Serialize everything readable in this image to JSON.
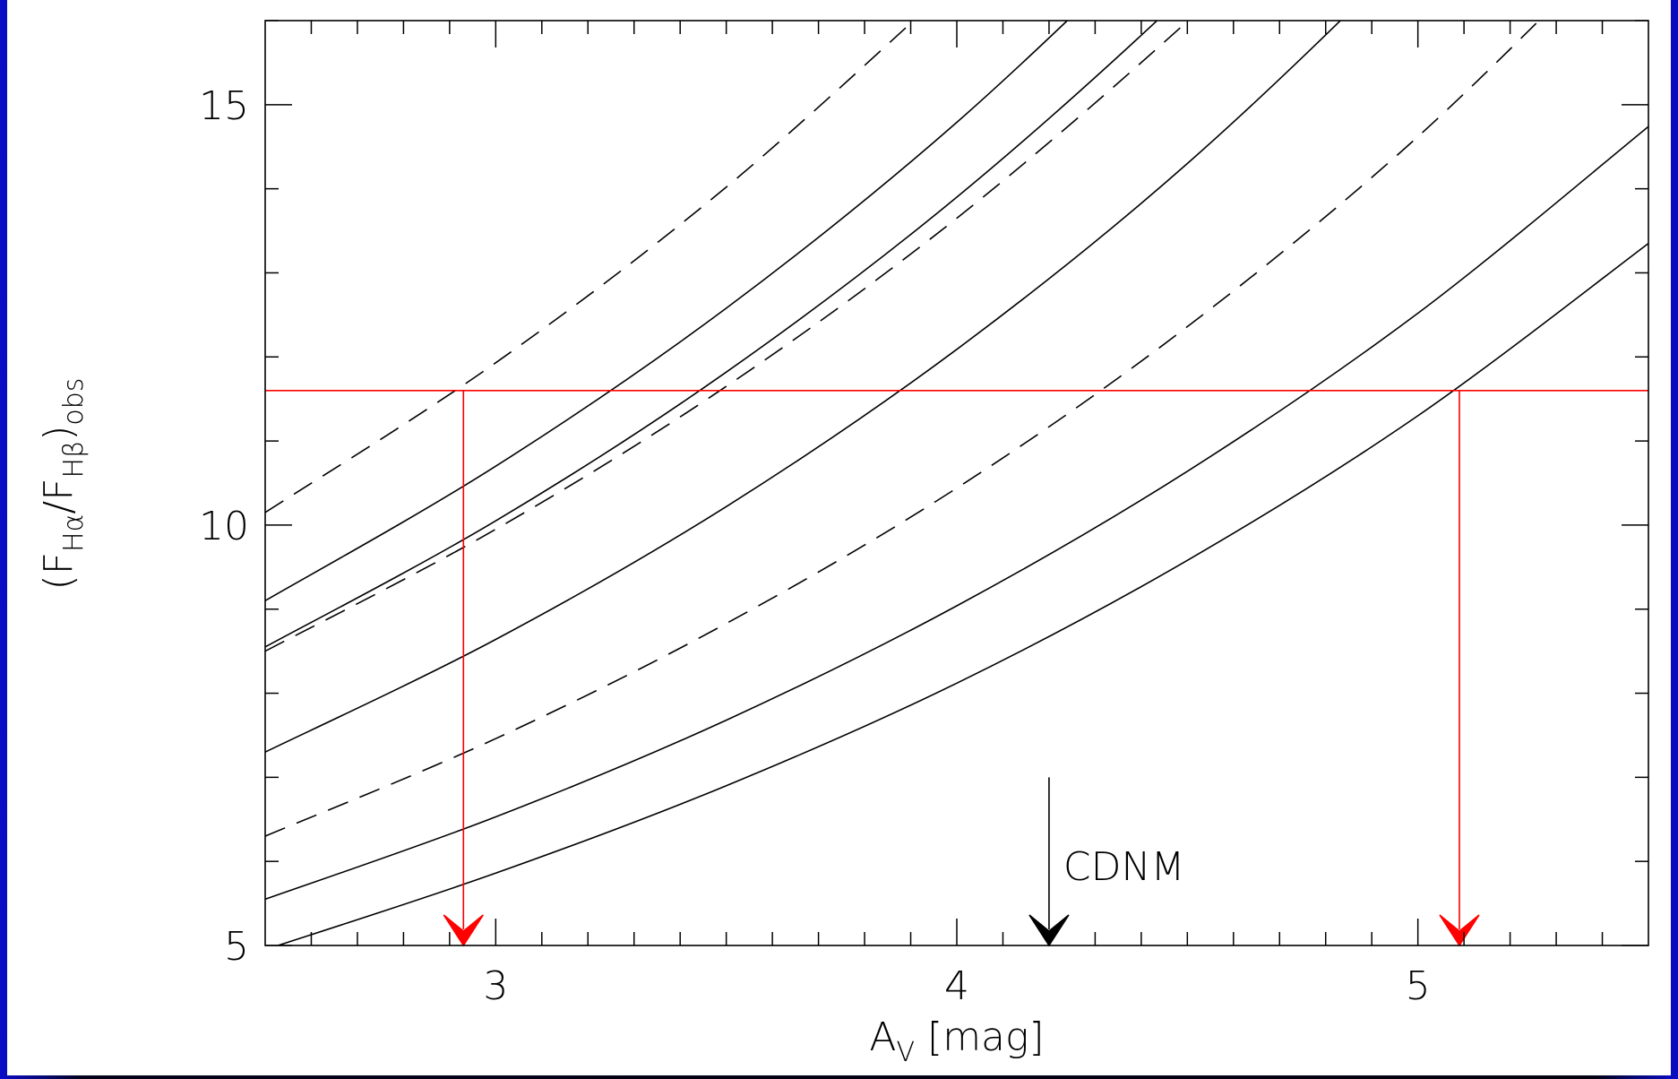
{
  "chart_data": {
    "type": "line",
    "title": "",
    "xlim": [
      2.5,
      5.5
    ],
    "ylim": [
      5,
      16
    ],
    "x_ticks_major": [
      3,
      4,
      5
    ],
    "x_ticks_minor": [
      2.6,
      2.7,
      2.8,
      2.9,
      3.1,
      3.2,
      3.3,
      3.4,
      3.5,
      3.6,
      3.7,
      3.8,
      3.9,
      4.1,
      4.2,
      4.3,
      4.4,
      4.5,
      4.6,
      4.7,
      4.8,
      4.9,
      5.1,
      5.2,
      5.3,
      5.4
    ],
    "y_ticks_major": [
      5,
      10,
      15
    ],
    "y_ticks_minor": [
      6,
      7,
      8,
      9,
      11,
      12,
      13,
      14,
      16
    ],
    "x_tick_labels": [
      "3",
      "4",
      "5"
    ],
    "y_tick_labels": [
      "5",
      "10",
      "15"
    ],
    "xlabel": {
      "main": "A",
      "sub": "V",
      "unit": " [mag]"
    },
    "ylabel": {
      "open": "(F",
      "sub1": "Hα",
      "slash": "/F",
      "sub2": "Hβ",
      "close": ")",
      "sub3": "obs"
    },
    "grid": false,
    "series": [
      {
        "style": "dashed",
        "x": [
          2.5,
          3.0,
          3.5,
          4.0,
          4.1
        ],
        "y": [
          10.15,
          11.93,
          14.02,
          16.47,
          17.0
        ]
      },
      {
        "style": "solid",
        "x": [
          2.5,
          3.0,
          3.5,
          4.0,
          4.5,
          4.66
        ],
        "y": [
          9.1,
          10.7,
          12.58,
          14.79,
          17.38,
          18.3
        ]
      },
      {
        "style": "solid",
        "x": [
          2.5,
          3.0,
          3.5,
          4.0,
          4.5,
          4.88
        ],
        "y": [
          8.55,
          10.05,
          11.82,
          13.9,
          16.34,
          18.5
        ]
      },
      {
        "style": "dashed",
        "x": [
          2.5,
          3.0,
          3.5,
          4.0,
          4.5,
          4.88
        ],
        "y": [
          8.5,
          9.95,
          11.65,
          13.65,
          15.99,
          18.0
        ]
      },
      {
        "style": "solid",
        "x": [
          2.5,
          3.0,
          3.5,
          4.0,
          4.5,
          5.0,
          5.34
        ],
        "y": [
          7.3,
          8.64,
          10.22,
          12.09,
          14.3,
          16.92,
          19.0
        ]
      },
      {
        "style": "dashed",
        "x": [
          2.5,
          3.0,
          3.5,
          4.0,
          4.5,
          5.0,
          5.5
        ],
        "y": [
          6.3,
          7.46,
          8.83,
          10.44,
          12.36,
          14.62,
          17.3
        ]
      },
      {
        "style": "solid",
        "x": [
          2.5,
          3.0,
          3.5,
          4.0,
          4.5,
          5.0,
          5.5
        ],
        "y": [
          5.55,
          6.53,
          7.68,
          9.04,
          10.64,
          12.52,
          14.74
        ]
      },
      {
        "style": "solid",
        "x": [
          2.5,
          3.0,
          3.5,
          4.0,
          4.5,
          5.0,
          5.5
        ],
        "y": [
          4.95,
          5.86,
          6.9,
          8.12,
          9.58,
          11.3,
          13.35
        ]
      }
    ],
    "reference_line": {
      "y": 11.6,
      "color": "#ff0000"
    },
    "red_arrows": [
      {
        "x": 2.93,
        "y_top": 11.6,
        "y_bottom": 5.0,
        "color": "#ff0000"
      },
      {
        "x": 5.09,
        "y_top": 11.6,
        "y_bottom": 5.0,
        "color": "#ff0000"
      }
    ],
    "annotation": {
      "text": "CDNM",
      "x": 4.2,
      "y_top": 7.0,
      "y_bottom": 5.0,
      "color": "#000000"
    }
  }
}
